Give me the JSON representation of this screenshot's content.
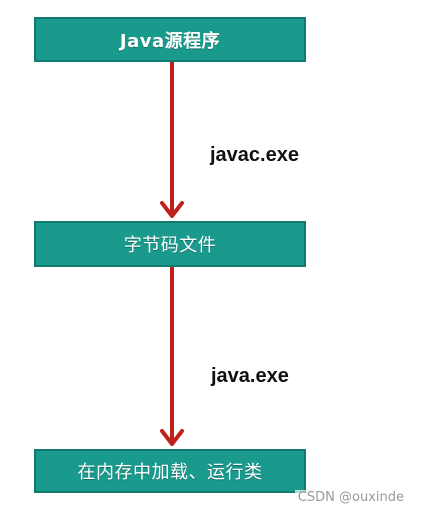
{
  "flow": {
    "steps": [
      {
        "label": "Java源程序"
      },
      {
        "label": "字节码文件"
      },
      {
        "label": "在内存中加载、运行类"
      }
    ],
    "transitions": [
      {
        "label": "javac.exe"
      },
      {
        "label": "java.exe"
      }
    ]
  },
  "watermark": {
    "text": "CSDN @ouxinde"
  },
  "colors": {
    "box_fill": "#1a9a8c",
    "box_border": "#0f7c6f",
    "box_text": "#ffffff",
    "arrow": "#c0201b",
    "label_text": "#111111"
  }
}
